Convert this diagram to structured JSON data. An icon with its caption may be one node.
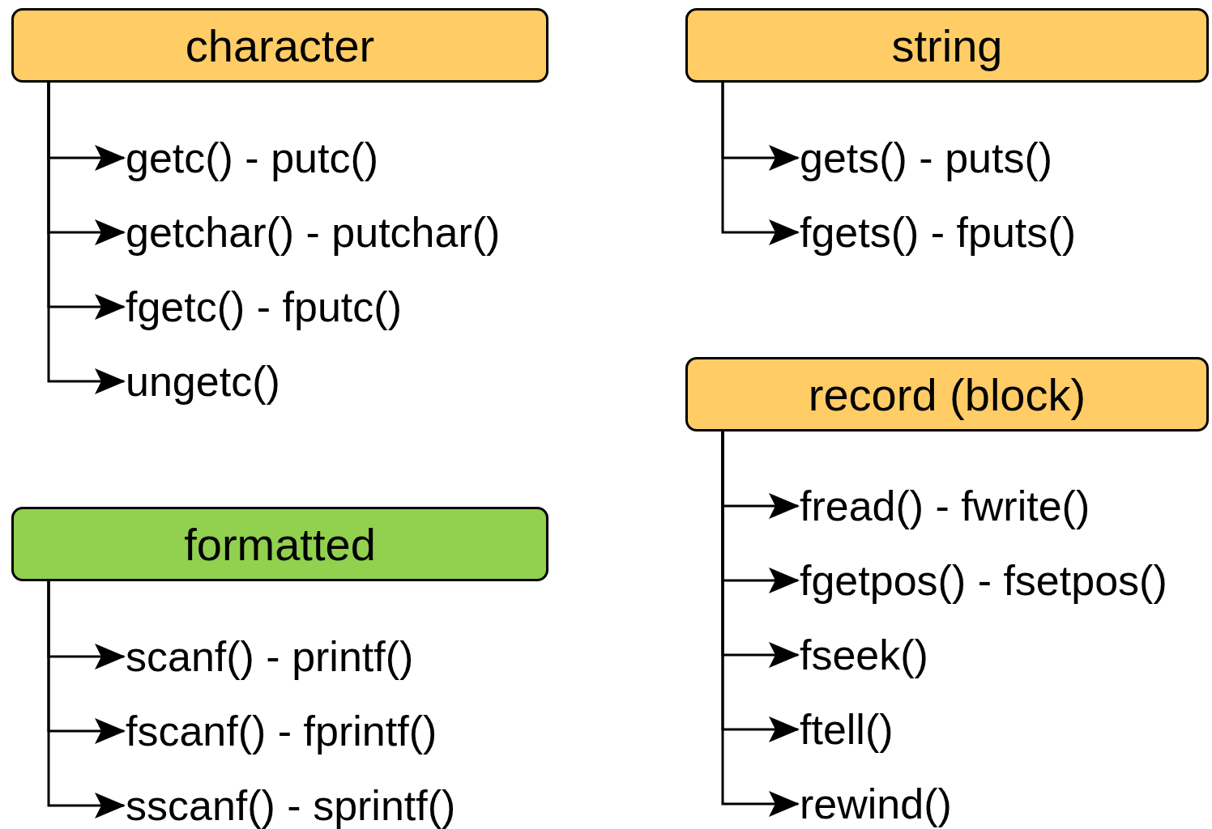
{
  "diagram": {
    "nodes": [
      {
        "text": [
          "character"
        ]
      },
      {
        "text": [
          "getc() - putc()"
        ]
      },
      {
        "text": [
          "getchar() - putchar()"
        ]
      },
      {
        "text": [
          "fgetc() - fputc()"
        ]
      },
      {
        "text": [
          "ungetc()"
        ]
      },
      {
        "text": [
          "formatted"
        ]
      },
      {
        "text": [
          "scanf() - printf()"
        ]
      },
      {
        "text": [
          "fscanf() - fprintf()"
        ]
      },
      {
        "text": [
          "sscanf() - sprintf()"
        ]
      },
      {
        "text": [
          "string"
        ]
      },
      {
        "text": [
          "gets() - puts()"
        ]
      },
      {
        "text": [
          "fgets() - fputs()"
        ]
      },
      {
        "text": [
          "record (block)"
        ]
      },
      {
        "text": [
          "fread() - fwrite()"
        ]
      },
      {
        "text": [
          "fgetpos() - fsetpos()"
        ]
      },
      {
        "text": [
          "fseek()"
        ]
      },
      {
        "text": [
          "ftell()"
        ]
      },
      {
        "text": [
          "rewind()"
        ]
      }
    ],
    "edges": [
      {
        "from": 0,
        "to": 1,
        "arrow": "to"
      },
      {
        "from": 0,
        "to": 2,
        "arrow": "to"
      },
      {
        "from": 0,
        "to": 3,
        "arrow": "to"
      },
      {
        "from": 0,
        "to": 4,
        "arrow": "to"
      },
      {
        "from": 5,
        "to": 6,
        "arrow": "to"
      },
      {
        "from": 5,
        "to": 7,
        "arrow": "to"
      },
      {
        "from": 5,
        "to": 8,
        "arrow": "to"
      },
      {
        "from": 9,
        "to": 10,
        "arrow": "to"
      },
      {
        "from": 9,
        "to": 11,
        "arrow": "to"
      },
      {
        "from": 12,
        "to": 13,
        "arrow": "to"
      },
      {
        "from": 12,
        "to": 14,
        "arrow": "to"
      },
      {
        "from": 12,
        "to": 15,
        "arrow": "to"
      },
      {
        "from": 12,
        "to": 16,
        "arrow": "to"
      },
      {
        "from": 12,
        "to": 17,
        "arrow": "to"
      }
    ]
  }
}
